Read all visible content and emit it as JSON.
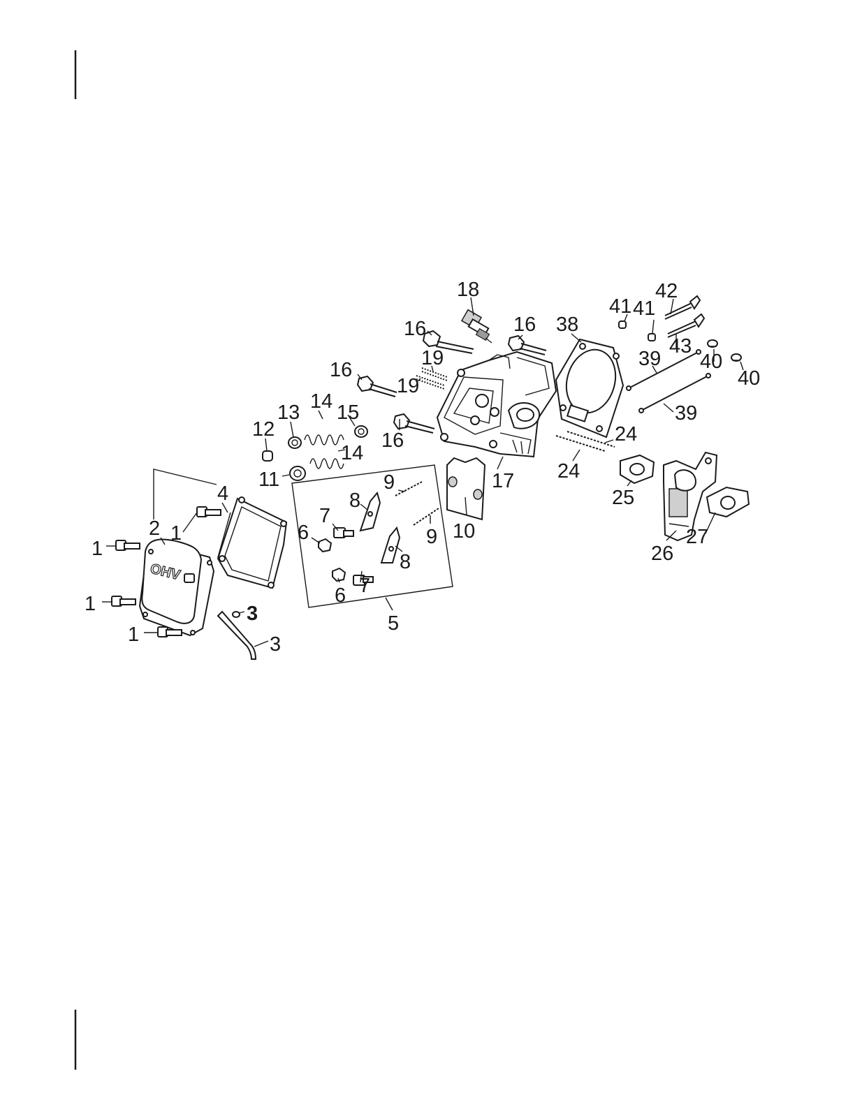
{
  "cover_marking": "OHV",
  "callouts": [
    {
      "id": "c18",
      "text": "18"
    },
    {
      "id": "c16a",
      "text": "16"
    },
    {
      "id": "c16b",
      "text": "16"
    },
    {
      "id": "c16c",
      "text": "16"
    },
    {
      "id": "c16d",
      "text": "16"
    },
    {
      "id": "c19a",
      "text": "19"
    },
    {
      "id": "c19b",
      "text": "19"
    },
    {
      "id": "c38",
      "text": "38"
    },
    {
      "id": "c41a",
      "text": "41"
    },
    {
      "id": "c41b",
      "text": "41"
    },
    {
      "id": "c42",
      "text": "42"
    },
    {
      "id": "c43",
      "text": "43"
    },
    {
      "id": "c39a",
      "text": "39"
    },
    {
      "id": "c39b",
      "text": "39"
    },
    {
      "id": "c40a",
      "text": "40"
    },
    {
      "id": "c40b",
      "text": "40"
    },
    {
      "id": "c13",
      "text": "13"
    },
    {
      "id": "c14a",
      "text": "14"
    },
    {
      "id": "c14b",
      "text": "14"
    },
    {
      "id": "c15",
      "text": "15"
    },
    {
      "id": "c12",
      "text": "12"
    },
    {
      "id": "c11",
      "text": "11"
    },
    {
      "id": "c24a",
      "text": "24"
    },
    {
      "id": "c24b",
      "text": "24"
    },
    {
      "id": "c17",
      "text": "17"
    },
    {
      "id": "c10",
      "text": "10"
    },
    {
      "id": "c25",
      "text": "25"
    },
    {
      "id": "c26",
      "text": "26"
    },
    {
      "id": "c27",
      "text": "27"
    },
    {
      "id": "c9a",
      "text": "9"
    },
    {
      "id": "c9b",
      "text": "9"
    },
    {
      "id": "c8a",
      "text": "8"
    },
    {
      "id": "c8b",
      "text": "8"
    },
    {
      "id": "c7a",
      "text": "7"
    },
    {
      "id": "c7b",
      "text": "7"
    },
    {
      "id": "c6a",
      "text": "6"
    },
    {
      "id": "c6b",
      "text": "6"
    },
    {
      "id": "c5",
      "text": "5"
    },
    {
      "id": "c4",
      "text": "4"
    },
    {
      "id": "c2",
      "text": "2"
    },
    {
      "id": "c1a",
      "text": "1"
    },
    {
      "id": "c1b",
      "text": "1"
    },
    {
      "id": "c1c",
      "text": "1"
    },
    {
      "id": "c1d",
      "text": "1"
    },
    {
      "id": "c3a",
      "text": "3"
    },
    {
      "id": "c3b",
      "text": "3"
    }
  ]
}
